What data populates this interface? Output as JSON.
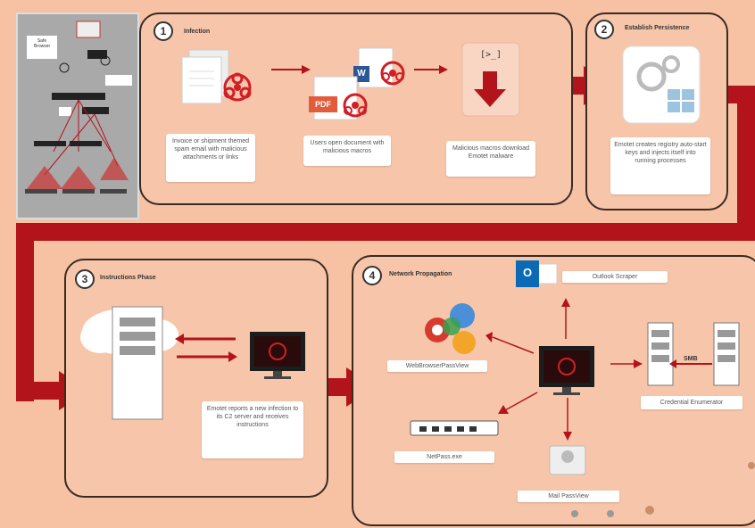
{
  "thumbnail": {
    "label_line1": "Safe",
    "label_line2": "Browser",
    "lower_labels": [
      "",
      "",
      "",
      ""
    ]
  },
  "steps": [
    {
      "number": "1",
      "title": "Infection",
      "captions": [
        "Invoice or shipment themed spam email with malicious attachments or links",
        "Users open document with malicious macros",
        "Malicious macros download Emotet malware"
      ],
      "doc_icons": [
        "W",
        "PDF"
      ],
      "prompt_glyph": "[>_]"
    },
    {
      "number": "2",
      "title": "Establish Persistence",
      "captions": [
        "Emotet creates registry auto-start keys and injects itself into running processes"
      ]
    },
    {
      "number": "3",
      "title": "Instructions Phase",
      "captions": [
        "Emotet reports a new infection to its C2 server and receives instructions"
      ]
    },
    {
      "number": "4",
      "title": "Network Propagation",
      "modules": {
        "outlook": "Outlook Scraper",
        "browser": "WebBrowserPassView",
        "netpass": "NetPass.exe",
        "mail": "Mail PassView",
        "credential": "Credential Enumerator"
      },
      "outlook_icon_letter": "O",
      "smb": "SMB"
    }
  ],
  "colors": {
    "background": "#f6c2a3",
    "arrow": "#b3141b",
    "panel_border": "#3a2a22",
    "biohazard": "#d11f26"
  }
}
